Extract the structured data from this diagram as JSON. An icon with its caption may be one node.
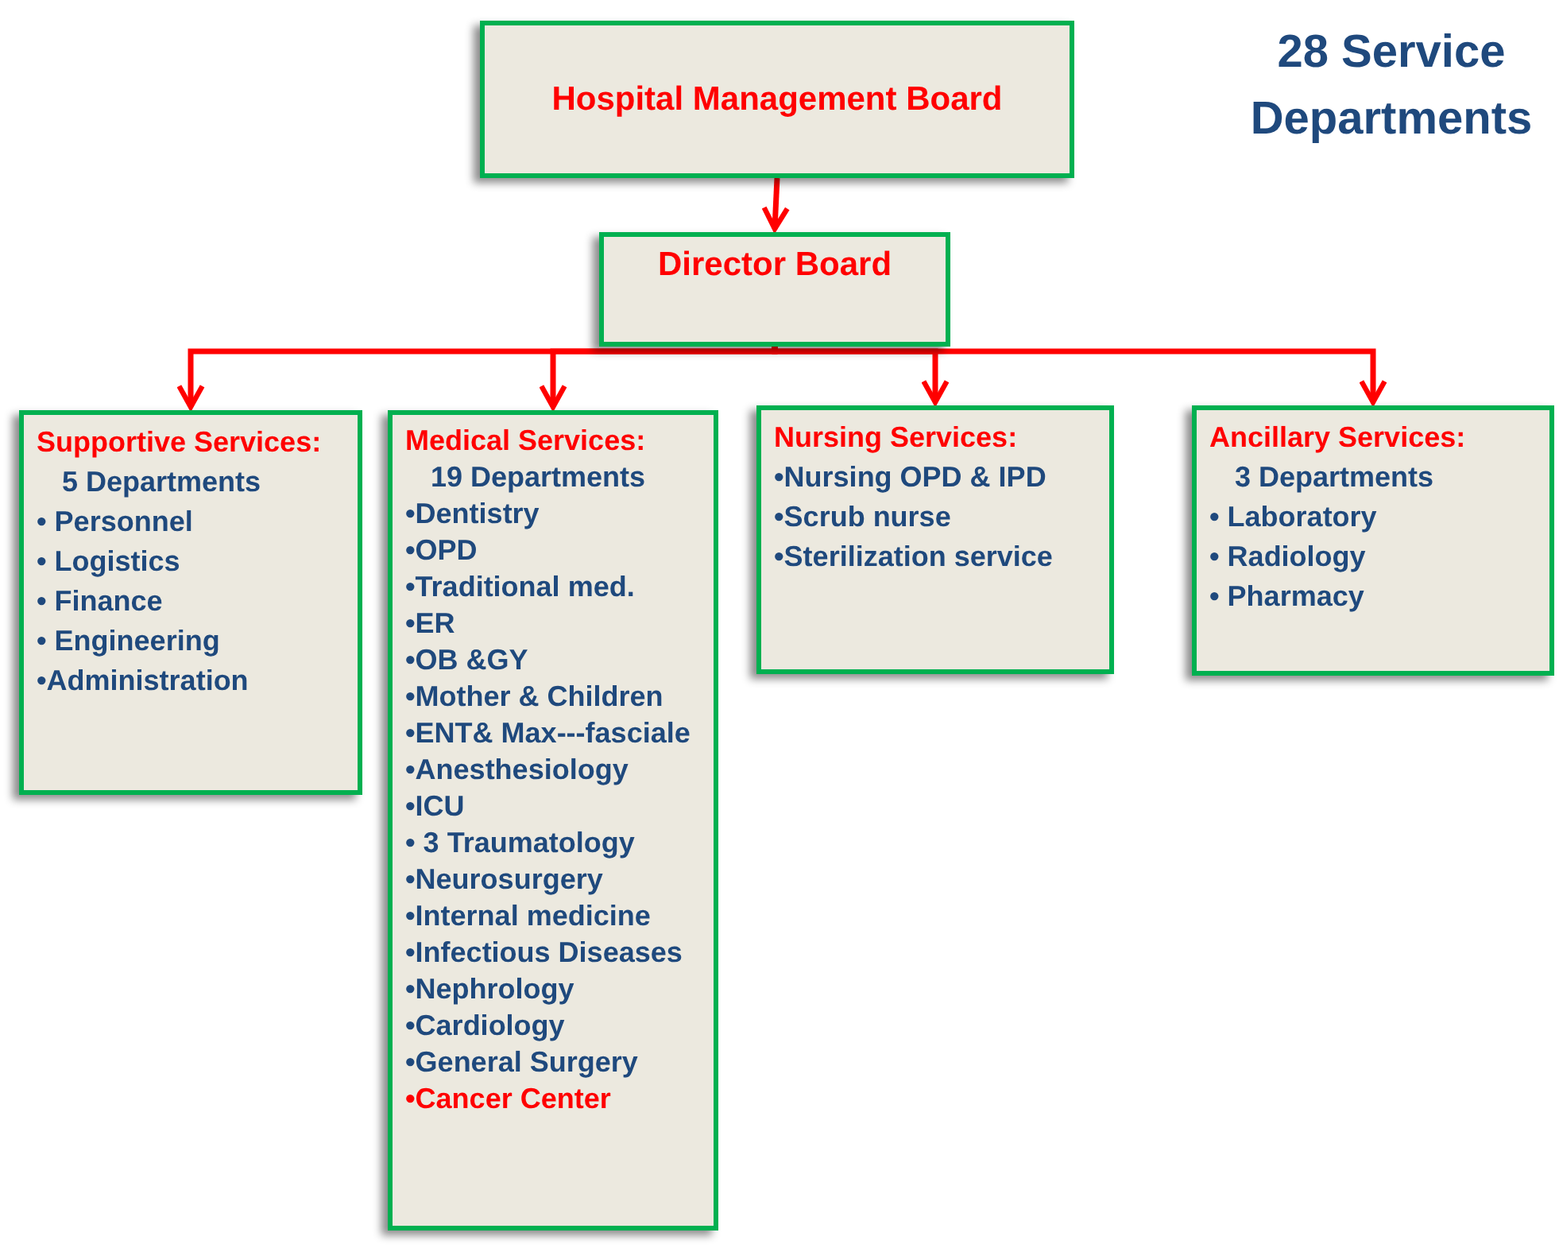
{
  "diagram": {
    "title": "28 Service Departments",
    "nodes": [
      {
        "text": [
          "Hospital Management Board"
        ]
      },
      {
        "text": [
          "Director Board"
        ]
      },
      {
        "text": [
          "Supportive Services:",
          "5 Departments",
          "• Personnel",
          "• Logistics",
          "• Finance",
          "• Engineering",
          "•Administration"
        ]
      },
      {
        "text": [
          "Medical Services:",
          "19 Departments",
          "•Dentistry",
          "•OPD",
          "•Traditional med.",
          "•ER",
          "•OB &GY",
          "•Mother & Children",
          "•ENT& Max---fasciale",
          "•Anesthesiology",
          "•ICU",
          "• 3 Traumatology",
          "•Neurosurgery",
          "•Internal medicine",
          "•Infectious Diseases",
          "•Nephrology",
          "•Cardiology",
          "•General Surgery",
          "•Cancer Center"
        ]
      },
      {
        "text": [
          "Nursing Services:",
          "•Nursing OPD & IPD",
          "•Scrub nurse",
          "•Sterilization service"
        ]
      },
      {
        "text": [
          "Ancillary Services:",
          "3 Departments",
          "• Laboratory",
          "• Radiology",
          "• Pharmacy"
        ]
      }
    ],
    "edges": [
      {
        "from": 0,
        "to": 1,
        "arrow": "to"
      },
      {
        "from": 1,
        "to": 2,
        "arrow": "to"
      },
      {
        "from": 1,
        "to": 3,
        "arrow": "to"
      },
      {
        "from": 1,
        "to": 4,
        "arrow": "to"
      },
      {
        "from": 1,
        "to": 5,
        "arrow": "to"
      }
    ]
  }
}
